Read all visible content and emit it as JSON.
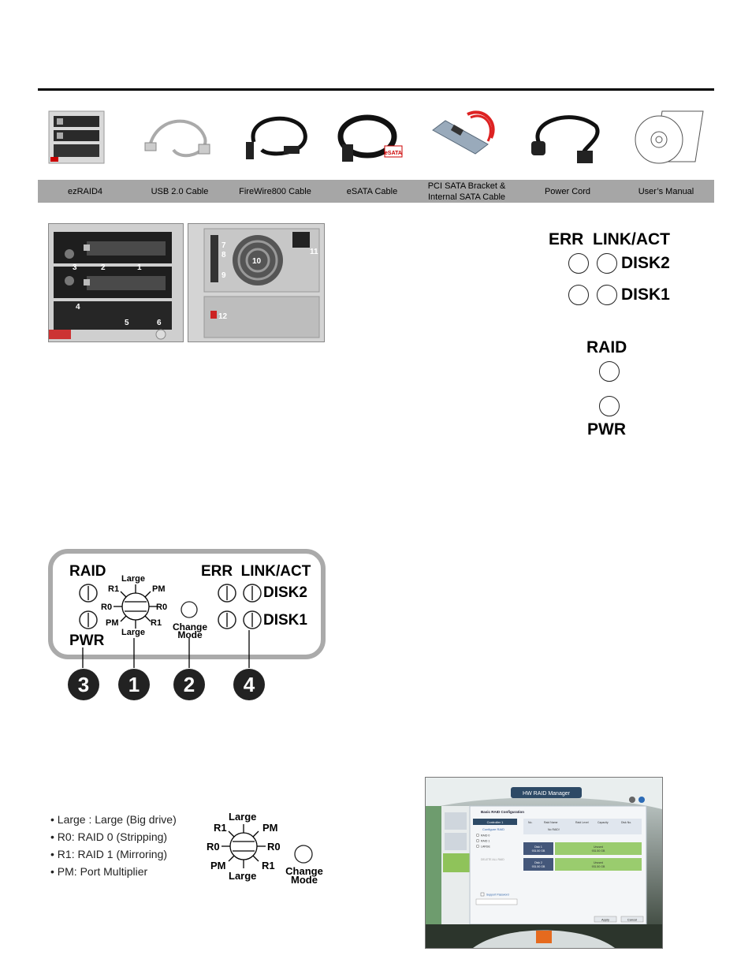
{
  "products": [
    {
      "name": "ezRAID4",
      "icon": "ezraid4-enclosure-image"
    },
    {
      "name": "USB 2.0 Cable",
      "icon": "usb-cable-image"
    },
    {
      "name": "FireWire800 Cable",
      "icon": "firewire-cable-image"
    },
    {
      "name": "eSATA Cable",
      "icon": "esata-cable-image",
      "logo_text": "eSATA"
    },
    {
      "name_line1": "PCI SATA Bracket &",
      "name_line2": "Internal SATA Cable",
      "icon": "pci-sata-bracket-image"
    },
    {
      "name": "Power Cord",
      "icon": "power-cord-image"
    },
    {
      "name": "User’s Manual",
      "icon": "users-manual-image"
    }
  ],
  "front_photo": {
    "callouts": [
      "1",
      "2",
      "3",
      "4",
      "5",
      "6"
    ]
  },
  "rear_photo": {
    "callouts": [
      "7",
      "8",
      "9",
      "10",
      "11",
      "12"
    ]
  },
  "led_panel": {
    "err": "ERR",
    "link_act": "LINK/ACT",
    "disk2": "DISK2",
    "disk1": "DISK1",
    "raid": "RAID",
    "pwr": "PWR"
  },
  "control_panel": {
    "raid": "RAID",
    "pwr": "PWR",
    "err_link": "ERR  LINK/ACT",
    "disk2": "DISK2",
    "disk1": "DISK1",
    "dial": {
      "top": "Large",
      "bottom": "Large",
      "r1_top": "R1",
      "pm_top": "PM",
      "r0_left": "R0",
      "r0_right": "R0",
      "pm_bottom": "PM",
      "r1_bottom": "R1"
    },
    "change": "Change",
    "mode": "Mode",
    "numbers": [
      "3",
      "1",
      "2",
      "4"
    ]
  },
  "legend": [
    "• Large : Large (Big drive)",
    "• R0: RAID 0 (Stripping)",
    "• R1: RAID 1 (Mirroring)",
    "• PM: Port Multiplier"
  ],
  "dial2": {
    "top": "Large",
    "bottom": "Large",
    "r1_top": "R1",
    "pm_top": "PM",
    "r0_left": "R0",
    "r0_right": "R0",
    "pm_bottom": "PM",
    "r1_bottom": "R1",
    "change": "Change",
    "mode": "Mode"
  },
  "app": {
    "title": "HW RAID Manager",
    "section": "Basic RAID Configuration",
    "controller": "Controller 1",
    "configure": "Configure RAID",
    "options": [
      "RAID 0",
      "RAID 1",
      "LARGE"
    ],
    "delete_all": "DELETE ALL RAID",
    "support_pw": "Support Password",
    "columns": [
      "No.",
      "Raid Name",
      "Raid Level",
      "Capacity",
      "Disk No."
    ],
    "no_raid": "No RAID!",
    "disks": [
      {
        "name": "Disk 1",
        "size": "931.50 GB",
        "status": "Unused",
        "status_size": "931.50 GB"
      },
      {
        "name": "Disk 2",
        "size": "931.50 GB",
        "status": "Unused",
        "status_size": "931.50 GB"
      }
    ],
    "apply": "Apply",
    "cancel": "Cancel"
  }
}
